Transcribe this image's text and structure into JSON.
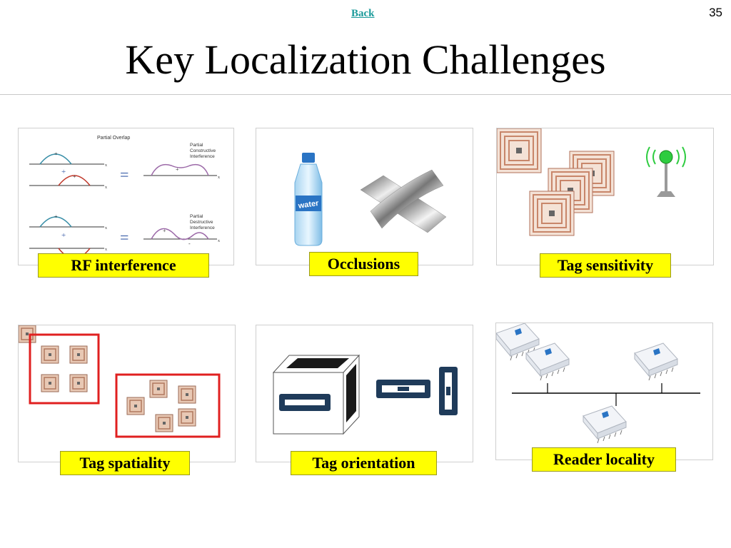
{
  "header": {
    "back_label": "Back",
    "slide_number": "35",
    "title": "Key Localization Challenges"
  },
  "panels": {
    "rf_interference": {
      "caption": "RF interference",
      "figure": {
        "heading": "Partial Overlap",
        "top_result": "Partial\nConstructive\nInterference",
        "bottom_result": "Partial\nDestructive\nInterference",
        "axis_label": "x",
        "plus_sign": "+",
        "minus_sign": "-",
        "equals_sign": "="
      }
    },
    "occlusions": {
      "caption": "Occlusions",
      "bottle_label": "water"
    },
    "tag_sensitivity": {
      "caption": "Tag sensitivity"
    },
    "tag_spatiality": {
      "caption": "Tag spatiality"
    },
    "tag_orientation": {
      "caption": "Tag orientation"
    },
    "reader_locality": {
      "caption": "Reader locality"
    }
  },
  "colors": {
    "caption_bg": "#ffff00",
    "link": "#1a9a9a",
    "wave_blue": "#3a8fa8",
    "wave_red": "#c0392b",
    "wave_purple": "#9c6aa8",
    "tag_copper": "#c8866a",
    "group_border": "#e02020",
    "tag_navy": "#1f3b5a",
    "antenna_green": "#2ecc40"
  }
}
